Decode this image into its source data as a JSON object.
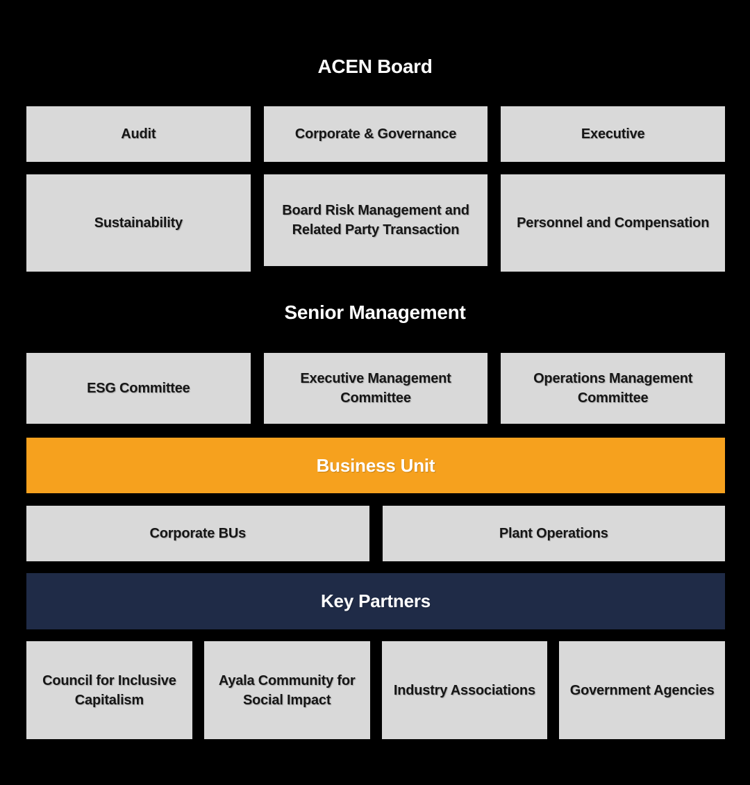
{
  "colors": {
    "page_bg": "#000000",
    "box_bg": "#d9d9d9",
    "box_text": "#161616",
    "accent_orange": "#f6a11e",
    "accent_navy": "#1f2b47",
    "banner_text": "#ffffff",
    "title_text": "#ffffff"
  },
  "diagram": {
    "title_board": "ACEN Board",
    "row_board_1": [
      "Audit",
      "Corporate & Governance",
      "Executive"
    ],
    "row_board_2": [
      "Sustainability",
      "Board Risk Management and Related Party Transaction",
      "Personnel and Compensation"
    ],
    "title_senior": "Senior Management",
    "row_senior": [
      "ESG Committee",
      "Executive Management Committee",
      "Operations Management Committee"
    ],
    "banner_business_unit": "Business Unit",
    "row_business": [
      "Corporate BUs",
      "Plant Operations"
    ],
    "banner_key_partners": "Key Partners",
    "row_partners": [
      "Council for Inclusive Capitalism",
      "Ayala Community for Social Impact",
      "Industry Associations",
      "Government Agencies"
    ]
  }
}
